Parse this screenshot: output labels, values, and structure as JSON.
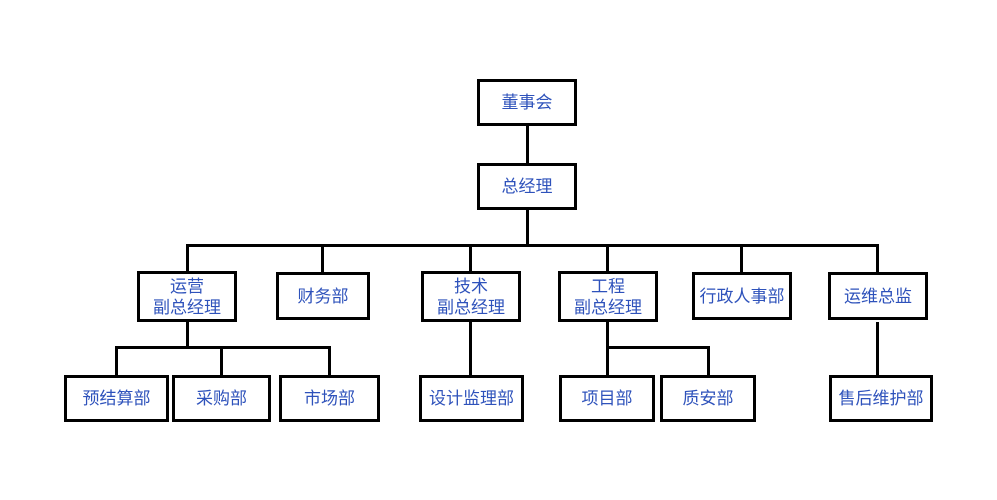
{
  "org_chart": {
    "colors": {
      "text": "#2E52BB",
      "line": "#000000",
      "background": "#FFFFFF"
    },
    "nodes": {
      "board": {
        "label": "董事会"
      },
      "general_manager": {
        "label": "总经理"
      },
      "operations_deputy_gm": {
        "label": "运营\n副总经理"
      },
      "finance_dept": {
        "label": "财务部"
      },
      "technology_deputy_gm": {
        "label": "技术\n副总经理"
      },
      "engineering_deputy_gm": {
        "label": "工程\n副总经理"
      },
      "admin_hr_dept": {
        "label": "行政人事部"
      },
      "om_director": {
        "label": "运维总监"
      },
      "budget_settlement_dept": {
        "label": "预结算部"
      },
      "procurement_dept": {
        "label": "采购部"
      },
      "marketing_dept": {
        "label": "市场部"
      },
      "design_supervision_dept": {
        "label": "设计监理部"
      },
      "project_dept": {
        "label": "项目部"
      },
      "quality_safety_dept": {
        "label": "质安部"
      },
      "aftersales_maintenance_dept": {
        "label": "售后维护部"
      }
    }
  }
}
